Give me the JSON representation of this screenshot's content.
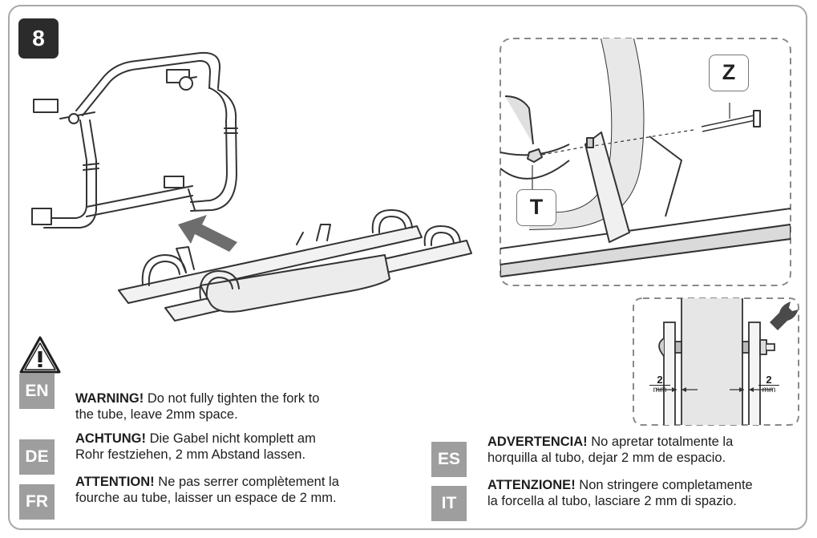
{
  "step": {
    "number": "8"
  },
  "callouts": {
    "z": "Z",
    "t": "T"
  },
  "spacing": {
    "left_value": "2",
    "left_unit": "mm",
    "right_value": "2",
    "right_unit": "mm"
  },
  "warnings": [
    {
      "lang": "EN",
      "title": "WARNING!",
      "line1": " Do not fully tighten the fork to",
      "line2": "the tube, leave 2mm space."
    },
    {
      "lang": "DE",
      "title": "ACHTUNG!",
      "line1": " Die Gabel nicht komplett am",
      "line2": "Rohr festziehen, 2 mm Abstand lassen."
    },
    {
      "lang": "FR",
      "title": "ATTENTION!",
      "line1": " Ne pas serrer complètement la",
      "line2": "fourche au tube, laisser un espace de 2 mm."
    },
    {
      "lang": "ES",
      "title": "ADVERTENCIA!",
      "line1": " No apretar totalmente la",
      "line2": "horquilla al tubo, dejar 2 mm de espacio."
    },
    {
      "lang": "IT",
      "title": "ATTENZIONE!",
      "line1": " Non stringere completamente",
      "line2": "la forcella al tubo, lasciare 2 mm di spazio."
    }
  ],
  "colors": {
    "badge_dark": "#2b2b2b",
    "lang_badge": "#9e9e9e",
    "frame": "#a9a9a9",
    "dashed": "#8a8a8a"
  },
  "icons": {
    "warning": "warning-triangle-icon",
    "wrench": "wrench-icon",
    "arrow": "mount-direction-arrow-icon"
  }
}
